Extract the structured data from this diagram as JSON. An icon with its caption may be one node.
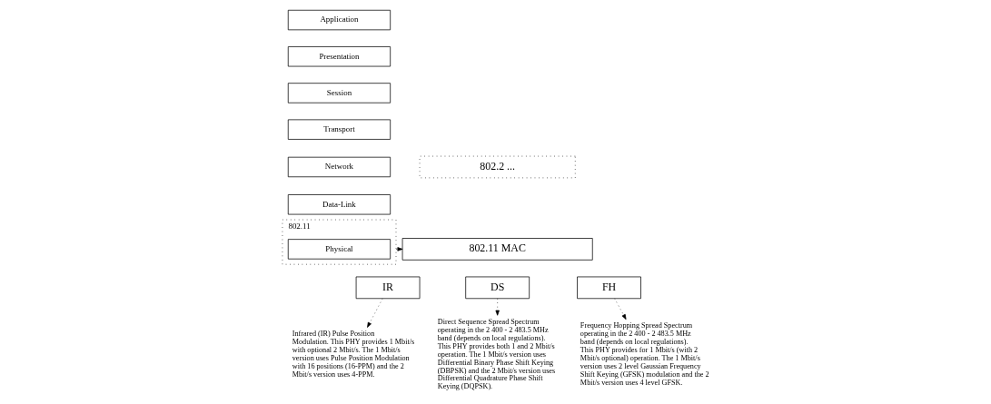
{
  "diagram": {
    "nodes": [
      {
        "text": [
          "Application"
        ]
      },
      {
        "text": [
          "Presentation"
        ]
      },
      {
        "text": [
          "Session"
        ]
      },
      {
        "text": [
          "Transport"
        ]
      },
      {
        "text": [
          "Network"
        ]
      },
      {
        "text": [
          "Data-Link"
        ]
      },
      {
        "text": [
          "802.11"
        ]
      },
      {
        "text": [
          "Physical"
        ],
        "in": 6
      },
      {
        "text": [
          "802.2 ..."
        ]
      },
      {
        "text": [
          "802.11 MAC"
        ]
      },
      {
        "text": [
          "IR"
        ]
      },
      {
        "text": [
          "DS"
        ]
      },
      {
        "text": [
          "FH"
        ]
      },
      {
        "text": [
          "Infrared (IR) Pulse Position Modulation. This PHY provides 1 Mbit/s with optional 2 Mbit/s. The 1 Mbit/s version uses Pulse Position Modulation with 16 positions (16-PPM) and the 2 Mbit/s version uses 4-PPM."
        ]
      },
      {
        "text": [
          "Direct Sequence Spread Spectrum operating in the 2 400 - 2 483.5 MHz band (depends on local regulations). This PHY provides both 1 and 2 Mbit/s operation. The 1 Mbit/s version uses Differential Binary Phase Shift Keying (DBPSK) and the 2 Mbit/s version uses Differential Quadrature Phase Shift Keying (DQPSK)."
        ]
      },
      {
        "text": [
          "Frequency Hopping Spread Spectrum operating in the 2 400 - 2 483.5 MHz band (depends on local regulations). This PHY provides for 1 Mbit/s (with 2 Mbit/s optional) operation. The 1 Mbit/s version uses 2 level Gaussian Frequency Shift Keying (GFSK) modulation and the 2 Mbit/s version uses 4 level GFSK."
        ]
      }
    ],
    "edges": [
      {
        "from": 6,
        "to": 9,
        "arrow": "to",
        "style": "dashed"
      },
      {
        "from": 10,
        "to": 13,
        "arrow": "to",
        "style": "dashed"
      },
      {
        "from": 11,
        "to": 14,
        "arrow": "to",
        "style": "dashed"
      },
      {
        "from": 12,
        "to": 15,
        "arrow": "to",
        "style": "dashed"
      }
    ]
  }
}
